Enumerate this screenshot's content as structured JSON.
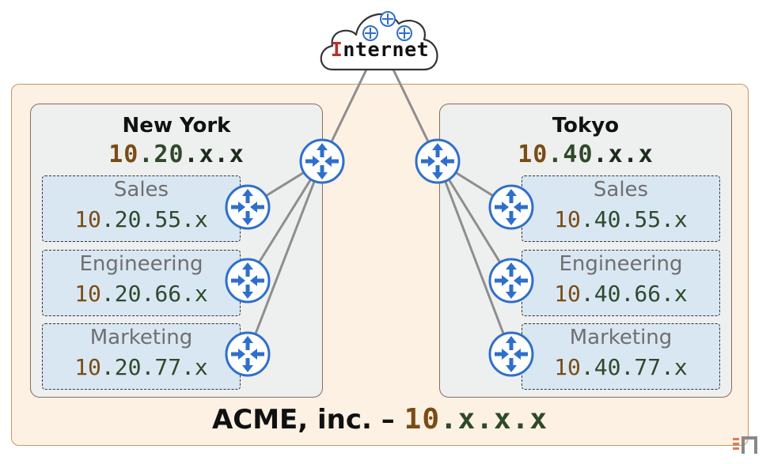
{
  "internet": {
    "label_first": "I",
    "label_rest": "nternet"
  },
  "organization": {
    "name": "ACME, inc. – ",
    "network": {
      "octet": "10",
      "rest": ".x.x.x"
    }
  },
  "sites": [
    {
      "name": "New York",
      "network": {
        "octet": "10",
        "second": ".20",
        "rest": ".x.x"
      },
      "departments": [
        {
          "name": "Sales",
          "network": {
            "octet": "10",
            "rest": ".20.55.x"
          }
        },
        {
          "name": "Engineering",
          "network": {
            "octet": "10",
            "rest": ".20.66.x"
          }
        },
        {
          "name": "Marketing",
          "network": {
            "octet": "10",
            "rest": ".20.77.x"
          }
        }
      ]
    },
    {
      "name": "Tokyo",
      "network": {
        "octet": "10",
        "second": ".40",
        "rest": ".x.x"
      },
      "departments": [
        {
          "name": "Sales",
          "network": {
            "octet": "10",
            "rest": ".40.55.x"
          }
        },
        {
          "name": "Engineering",
          "network": {
            "octet": "10",
            "rest": ".40.66.x"
          }
        },
        {
          "name": "Marketing",
          "network": {
            "octet": "10",
            "rest": ".40.77.x"
          }
        }
      ]
    }
  ],
  "colors": {
    "org_fill": "#fdf1e3",
    "site_fill": "#eef0ef",
    "dept_fill": "#d9e7f3",
    "router_blue": "#2f6fcc",
    "octet_brown": "#7a4c14",
    "number_green": "#2f4a2a",
    "link_gray": "#8e8e8e",
    "internet_accent": "#b8302c"
  },
  "icons": {
    "router": "router-icon",
    "cloud": "cloud-icon",
    "logo": "brand-logo"
  }
}
